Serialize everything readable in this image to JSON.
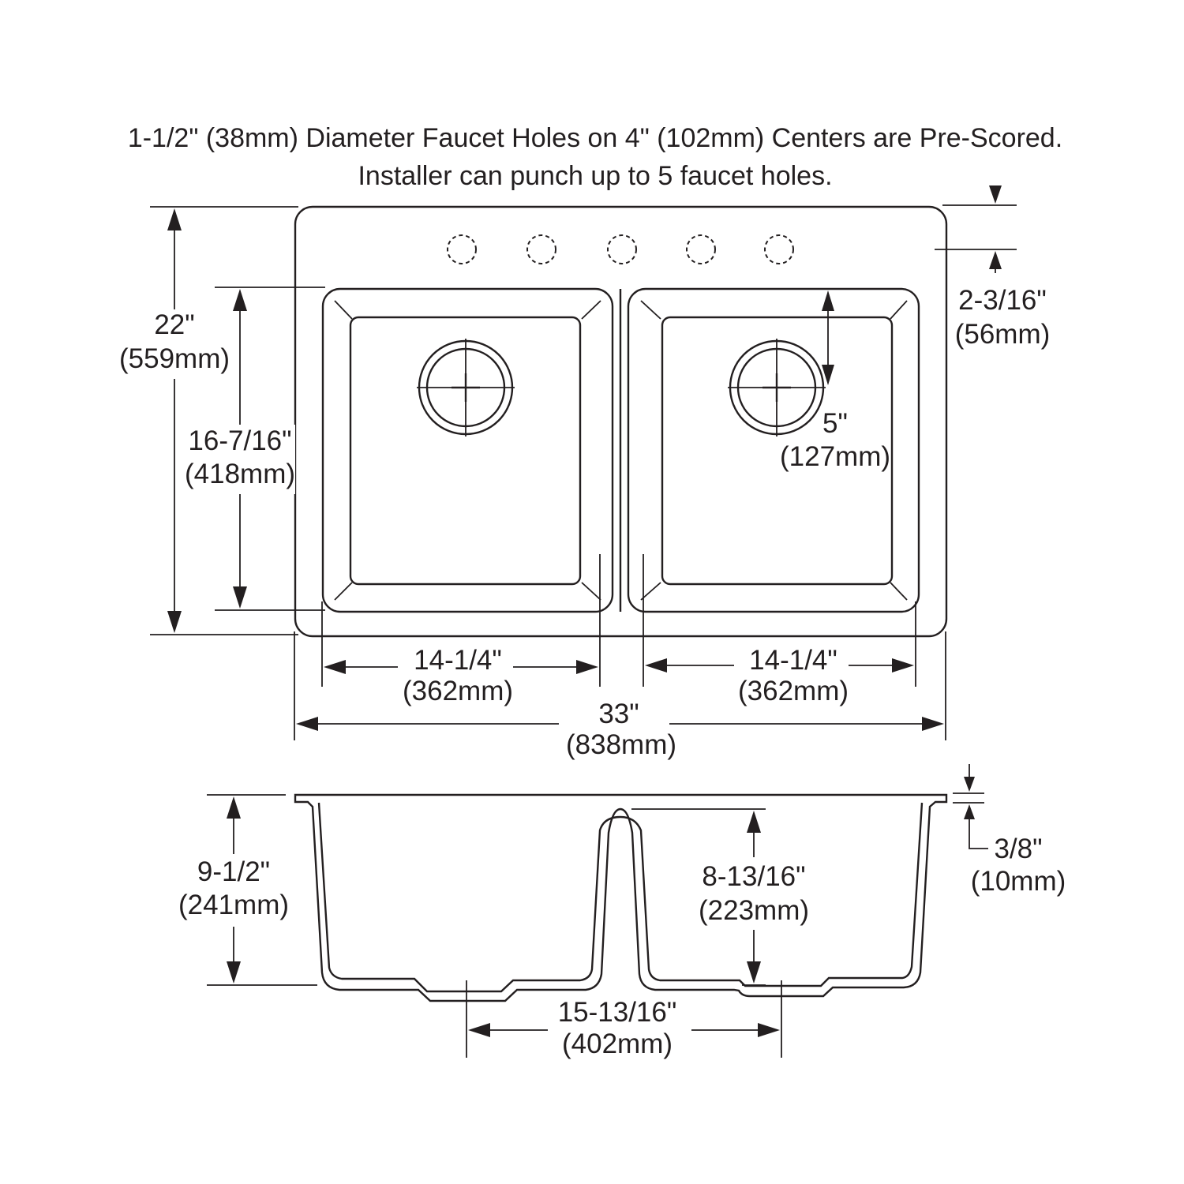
{
  "notes": {
    "line1": "1-1/2\" (38mm) Diameter Faucet Holes on 4\" (102mm) Centers are Pre-Scored.",
    "line2": "Installer can punch up to 5 faucet holes."
  },
  "faucet_hole_count": 5,
  "dimensions": {
    "overall_depth": {
      "imperial": "22\"",
      "metric": "(559mm)"
    },
    "bowl_depth": {
      "imperial": "16-7/16\"",
      "metric": "(418mm)"
    },
    "ledge": {
      "imperial": "2-3/16\"",
      "metric": "(56mm)"
    },
    "drain_offset": {
      "imperial": "5\"",
      "metric": "(127mm)"
    },
    "left_bowl_width": {
      "imperial": "14-1/4\"",
      "metric": "(362mm)"
    },
    "right_bowl_width": {
      "imperial": "14-1/4\"",
      "metric": "(362mm)"
    },
    "overall_width": {
      "imperial": "33\"",
      "metric": "(838mm)"
    },
    "height": {
      "imperial": "9-1/2\"",
      "metric": "(241mm)"
    },
    "divider_height": {
      "imperial": "8-13/16\"",
      "metric": "(223mm)"
    },
    "rim_thickness": {
      "imperial": "3/8\"",
      "metric": "(10mm)"
    },
    "drain_spacing": {
      "imperial": "15-13/16\"",
      "metric": "(402mm)"
    }
  }
}
